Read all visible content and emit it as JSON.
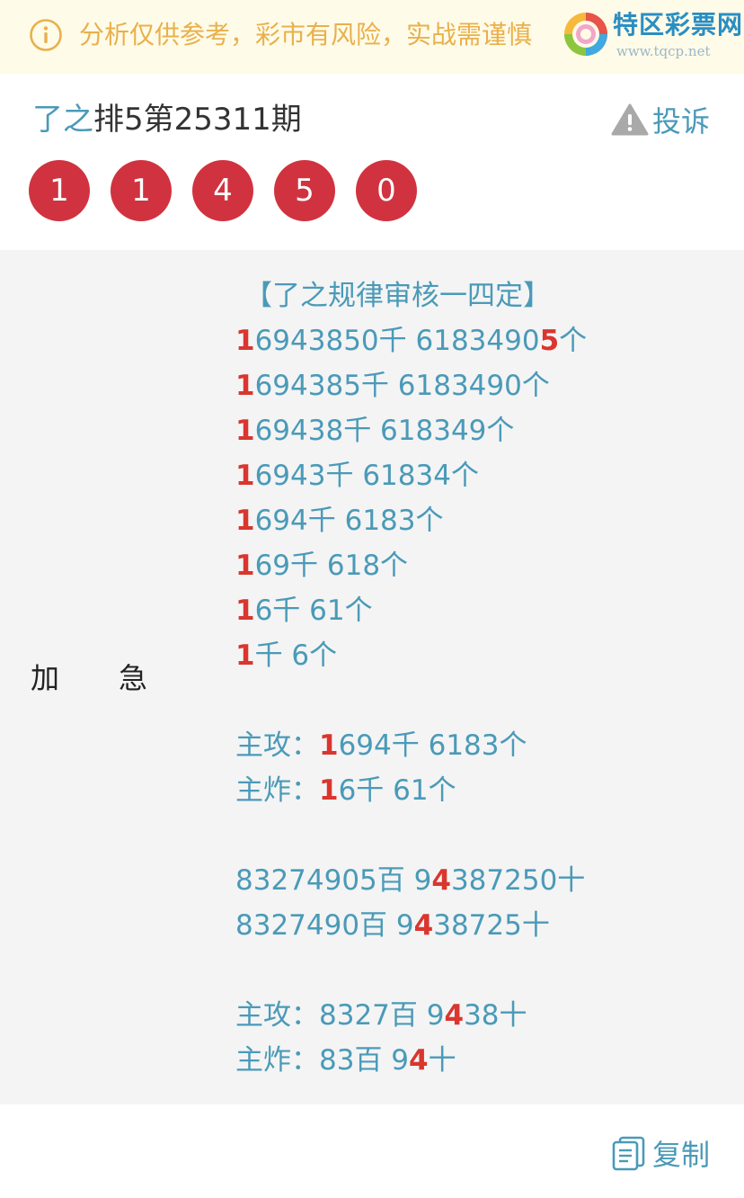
{
  "notice": {
    "text": "分析仅供参考，彩市有风险，实战需谨慎",
    "logo_name": "特区彩票网",
    "logo_url": "www.tqcp.net"
  },
  "header": {
    "author": "了之",
    "issue": "排5第25311期",
    "complain_label": "投诉"
  },
  "balls": [
    "1",
    "1",
    "4",
    "5",
    "0"
  ],
  "side_label": [
    "加",
    "急"
  ],
  "content": {
    "title": "【了之规律审核一四定】",
    "lines": [
      [
        {
          "t": "1",
          "hl": true
        },
        {
          "t": "6943850千 6183490"
        },
        {
          "t": "5",
          "hl": true
        },
        {
          "t": "个"
        }
      ],
      [
        {
          "t": "1",
          "hl": true
        },
        {
          "t": "694385千 6183490个"
        }
      ],
      [
        {
          "t": "1",
          "hl": true
        },
        {
          "t": "69438千 618349个"
        }
      ],
      [
        {
          "t": "1",
          "hl": true
        },
        {
          "t": "6943千 61834个"
        }
      ],
      [
        {
          "t": "1",
          "hl": true
        },
        {
          "t": "694千 6183个"
        }
      ],
      [
        {
          "t": "1",
          "hl": true
        },
        {
          "t": "69千 618个"
        }
      ],
      [
        {
          "t": "1",
          "hl": true
        },
        {
          "t": "6千 61个"
        }
      ],
      [
        {
          "t": "1",
          "hl": true
        },
        {
          "t": "千 6个"
        }
      ],
      [],
      [
        {
          "t": "主攻："
        },
        {
          "t": "1",
          "hl": true
        },
        {
          "t": "694千 6183个"
        }
      ],
      [
        {
          "t": "主炸："
        },
        {
          "t": "1",
          "hl": true
        },
        {
          "t": "6千 61个"
        }
      ],
      [],
      [
        {
          "t": "83274905百 9"
        },
        {
          "t": "4",
          "hl": true
        },
        {
          "t": "387250十"
        }
      ],
      [
        {
          "t": "8327490百 9"
        },
        {
          "t": "4",
          "hl": true
        },
        {
          "t": "38725十"
        }
      ],
      [],
      [
        {
          "t": "主攻：8327百 9"
        },
        {
          "t": "4",
          "hl": true
        },
        {
          "t": "38十"
        }
      ],
      [
        {
          "t": "主炸：83百 9"
        },
        {
          "t": "4",
          "hl": true
        },
        {
          "t": "十"
        }
      ]
    ]
  },
  "footer": {
    "copy_label": "复制"
  },
  "colors": {
    "accent": "#4a9ab8",
    "ball": "#d0333f",
    "highlight": "#d9362f",
    "notice_text": "#e9b04c",
    "notice_bg": "#fefbe8",
    "content_bg": "#f4f4f4"
  }
}
